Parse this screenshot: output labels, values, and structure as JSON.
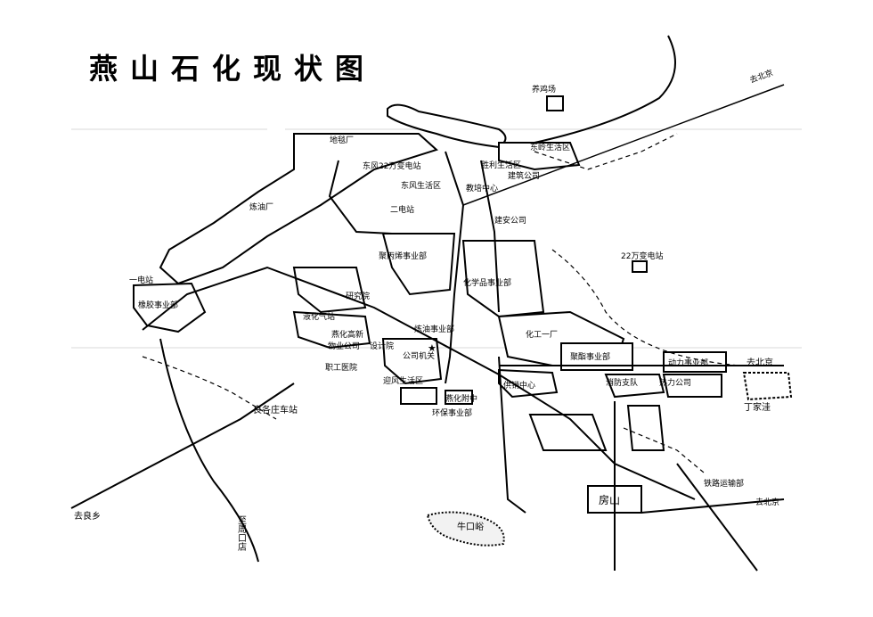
{
  "title": "燕山石化现状图",
  "labels": {
    "glass_factory": "养鸡场",
    "to_beijing_1": "去北京",
    "dongling_area": "东岭生活区",
    "xuxing_area": "胜利生活区",
    "jianzhu_co": "建筑公司",
    "dongfeng_substation": "东风22万变电站",
    "dongfeng_area": "东风生活区",
    "training_center": "教培中心",
    "second_power": "二电站",
    "refinery": "炼油厂",
    "kindergarten": "地毯厂",
    "jianan_co": "建安公司",
    "polyolefin": "聚丙烯事业部",
    "substation_22": "22万变电站",
    "first_power": "一电站",
    "rubber": "橡胶事业部",
    "research": "研究院",
    "chemical_biz": "化学品事业部",
    "gas_station": "液化气站",
    "yanhua_high": "燕化高新",
    "logistics_co": "物业公司",
    "design_inst": "设计院",
    "company_hq": "公司机关",
    "refining_biz": "炼油事业部",
    "chem_plant": "化工一厂",
    "polyester": "聚酯事业部",
    "power_biz": "动力事业部",
    "to_beijing_2": "去北京",
    "worker_hospital": "职工医院",
    "yingfeng_area": "迎风生活区",
    "supply_center": "供销中心",
    "fire_brigade": "消防支队",
    "heat_co": "热力公司",
    "yanhua_hospital": "燕化附中",
    "environment_biz": "环保事业部",
    "liangxiang_station": "良各庄车站",
    "dingjiawa": "丁家洼",
    "railway_co": "铁路运输部",
    "fangshan": "房山",
    "to_liangxiang": "去良乡",
    "to_zhoukoudian": "至周口店",
    "niukouyu": "牛口峪",
    "to_beijing_3": "去北京"
  }
}
